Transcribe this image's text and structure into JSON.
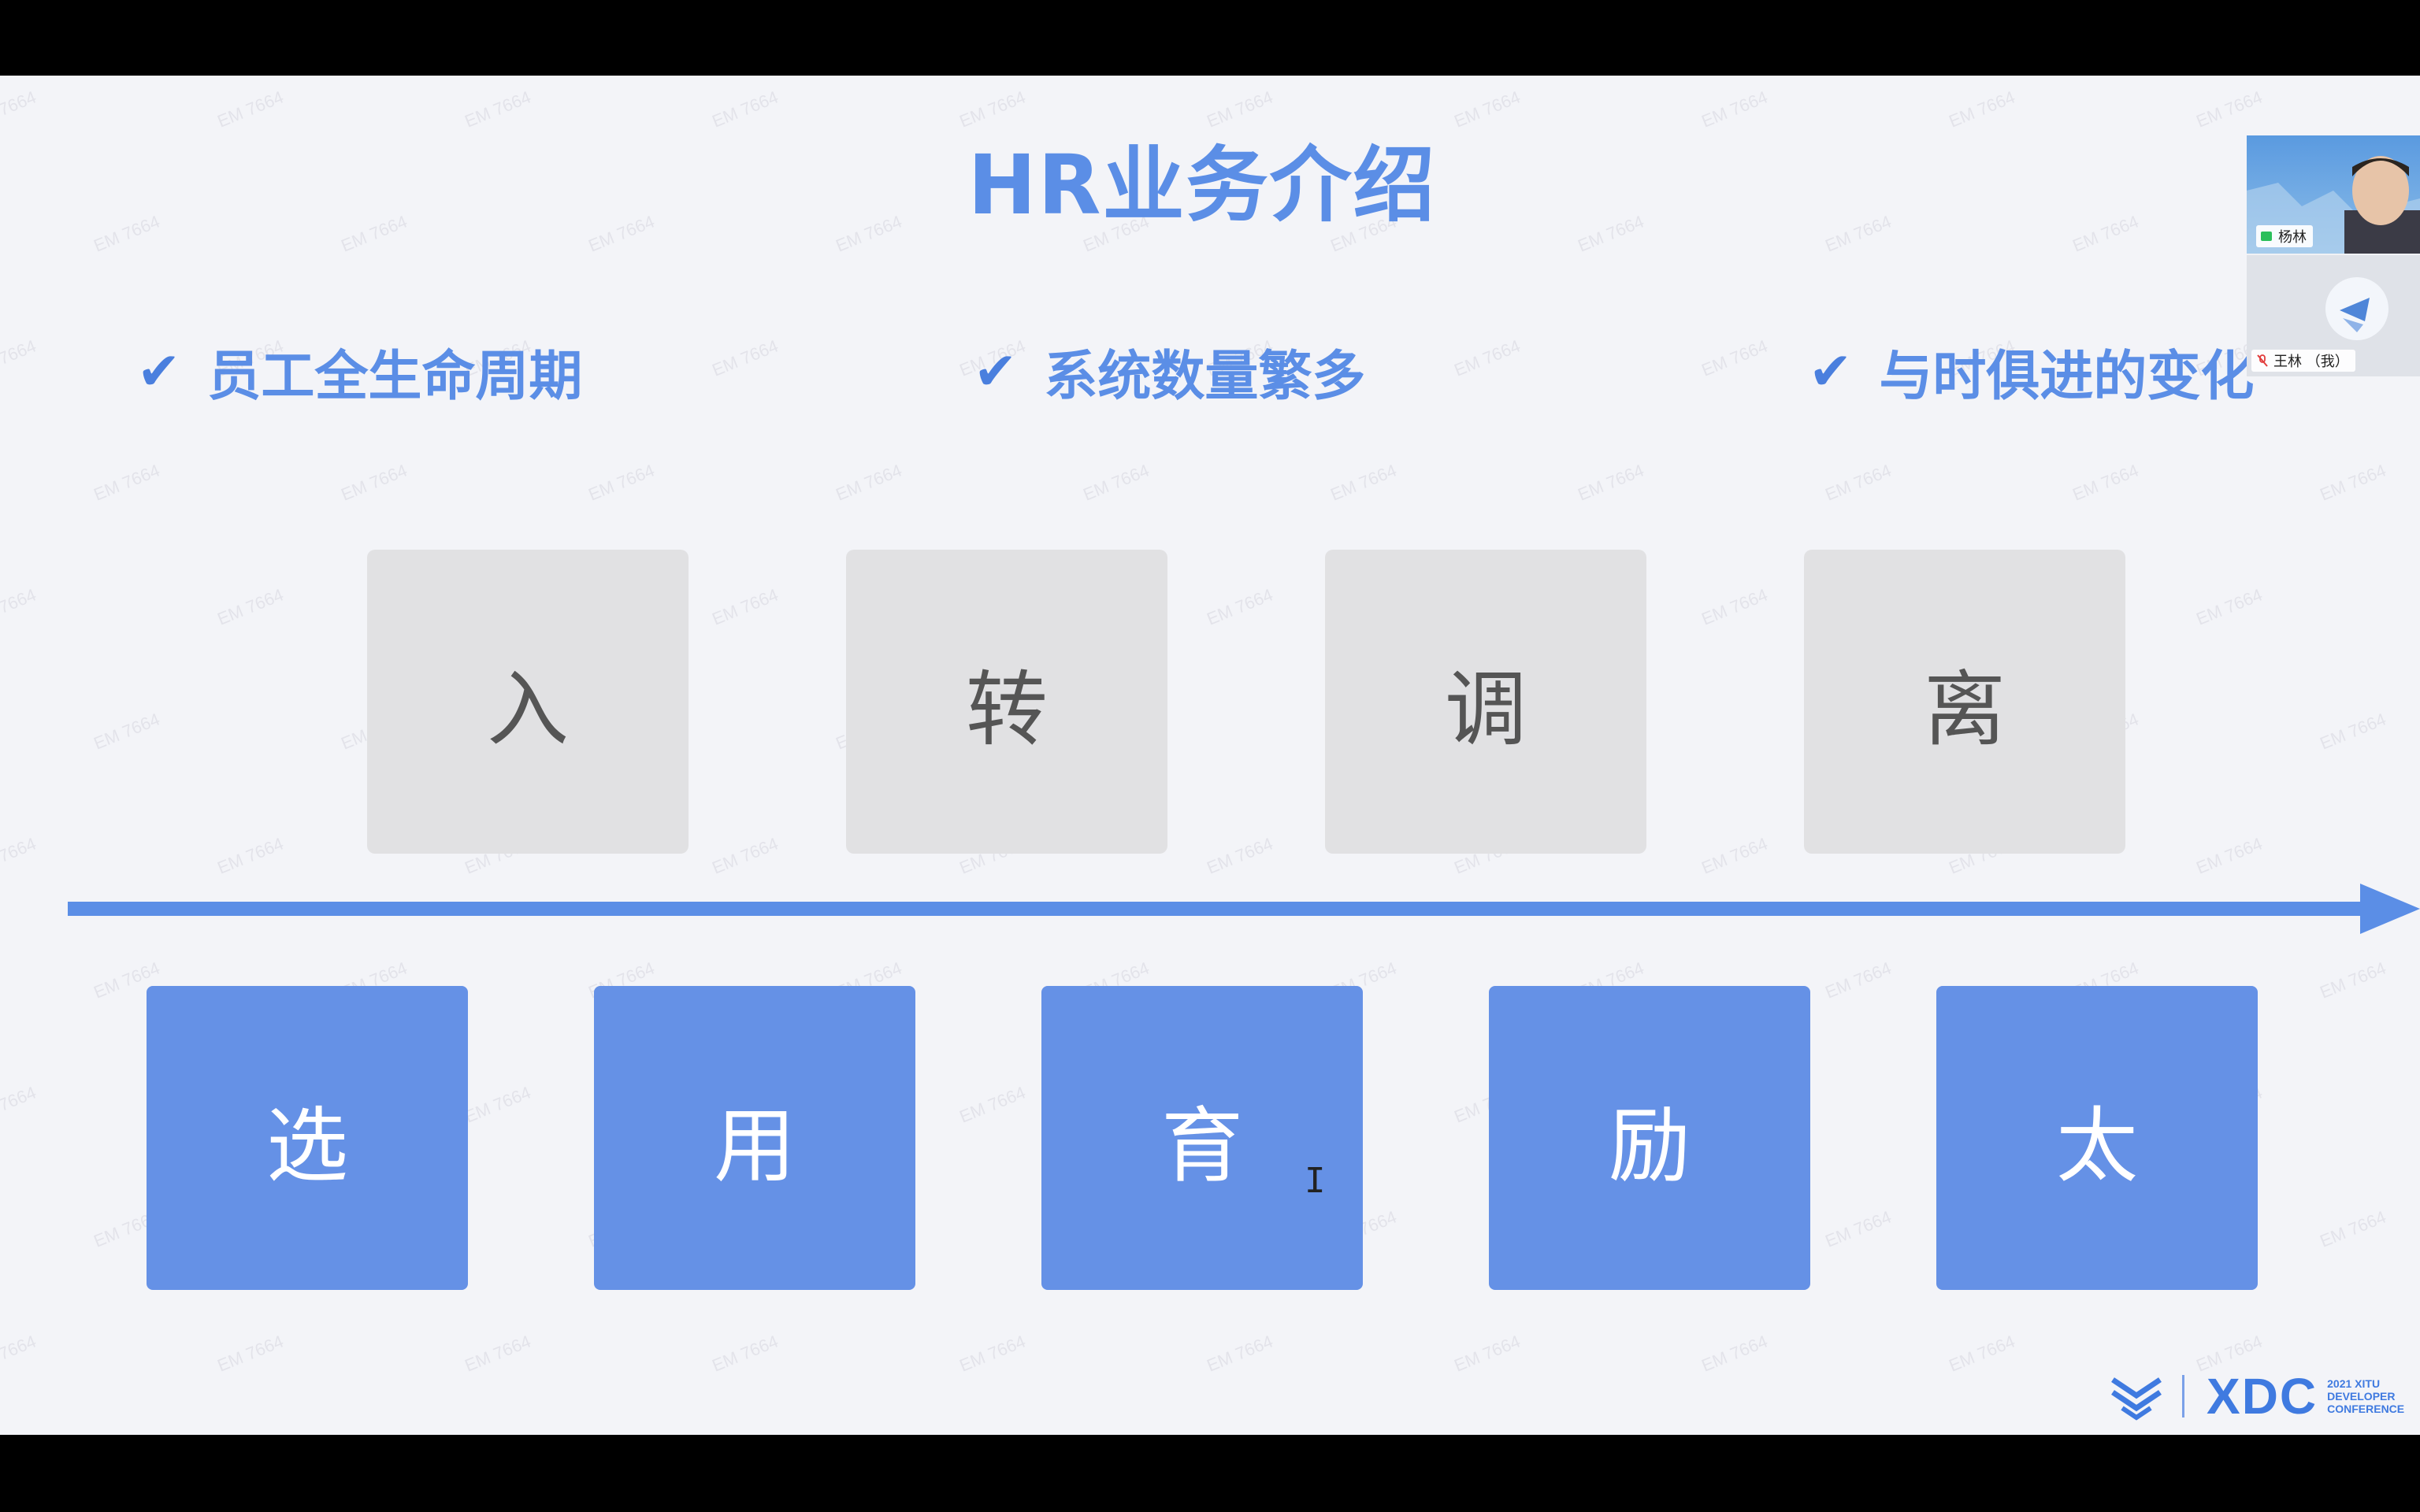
{
  "slide": {
    "title": "HR业务介绍",
    "features": [
      {
        "check": "✔",
        "text": "员工全生命周期"
      },
      {
        "check": "✔",
        "text": "系统数量繁多"
      },
      {
        "check": "✔",
        "text": "与时俱进的变化"
      }
    ],
    "lifecycle_stages": [
      "入",
      "转",
      "调",
      "离"
    ],
    "talent_stages": [
      "选",
      "用",
      "育",
      "励",
      "太"
    ],
    "watermark": "EM 7664",
    "colors": {
      "accent": "#5b8ee6",
      "blue_box": "#6591e6",
      "gray_box": "#e1e1e3",
      "background": "#f3f4f8"
    }
  },
  "branding": {
    "logo_text": "XDC",
    "logo_sub": [
      "2021 XITU",
      "DEVELOPER",
      "CONFERENCE"
    ]
  },
  "meeting": {
    "participants": [
      {
        "name": "杨林",
        "status_icon": "camera-on-icon"
      },
      {
        "name": "王林 （我）",
        "status_icon": "mic-off-icon"
      }
    ]
  }
}
